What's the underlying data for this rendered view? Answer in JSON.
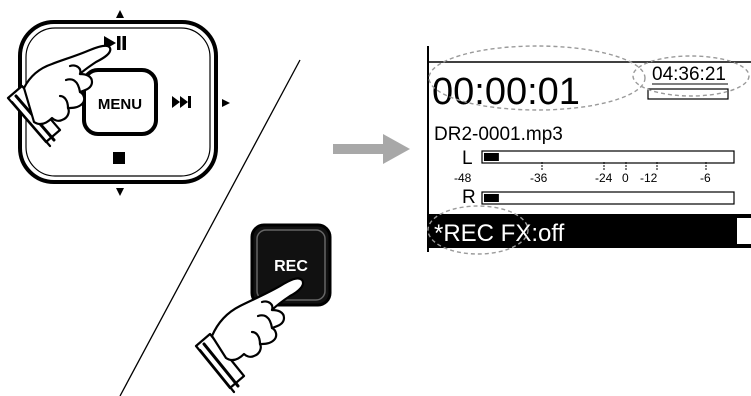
{
  "controls": {
    "menu_label": "MENU",
    "play_pause_symbol": "▶II",
    "skip_forward_symbol": "▶▶I",
    "rec_label": "REC"
  },
  "display": {
    "counter": "00:00:01",
    "remaining": "04:36:21",
    "filename": "DR2-0001.mp3",
    "meter": {
      "left_label": "L",
      "right_label": "R",
      "scale": [
        "-48",
        "-36",
        "-24",
        "0",
        "-12",
        "-6"
      ],
      "left_level": 0.06,
      "right_level": 0.06
    },
    "status": "*REC FX:off"
  },
  "icons": [
    "hand-pointer-icon",
    "arrow-right-icon",
    "stop-icon",
    "play-pause-icon",
    "skip-forward-icon"
  ]
}
